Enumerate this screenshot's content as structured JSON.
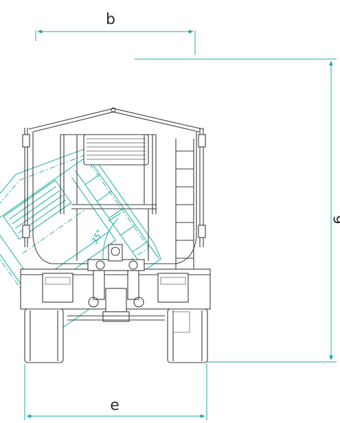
{
  "dimensions": {
    "top_width_label": "b",
    "bottom_width_label": "e",
    "height_label": "g"
  },
  "annotations": {
    "tilt_angle": "35°"
  },
  "colors": {
    "drawing_stroke": "#3a3a3a",
    "tilted_body_stroke": "#26b3a9",
    "dimension_line": "#1aa8a0"
  }
}
